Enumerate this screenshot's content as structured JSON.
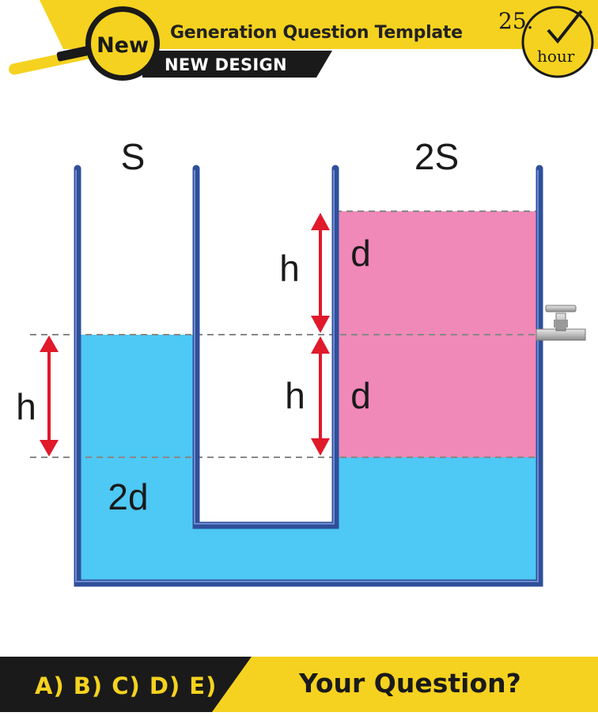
{
  "header": {
    "badge_label": "New",
    "title": "Generation Question Template",
    "subtitle": "NEW DESIGN",
    "timer_value": "25.",
    "timer_unit": "hour",
    "colors": {
      "accent": "#f5d21f",
      "dark": "#1a1a1a"
    }
  },
  "diagram": {
    "left_area_label": "S",
    "right_area_label": "2S",
    "left_height_label": "h",
    "left_liquid_label": "2d",
    "upper_height_label": "h",
    "upper_density_label": "d",
    "lower_height_label": "h",
    "lower_density_label": "d",
    "colors": {
      "blue_liquid": "#4ec8f4",
      "pink_liquid": "#f088b8",
      "vessel_wall": "#2f4f9a",
      "arrow": "#e0192b",
      "dashed_line": "#888888"
    },
    "valve_icon": "faucet-icon"
  },
  "footer": {
    "answers_label": "A) B) C) D) E)",
    "question_label": "Your Question?",
    "colors": {
      "left_bg": "#1a1a1a",
      "right_bg": "#f5d21f"
    }
  }
}
